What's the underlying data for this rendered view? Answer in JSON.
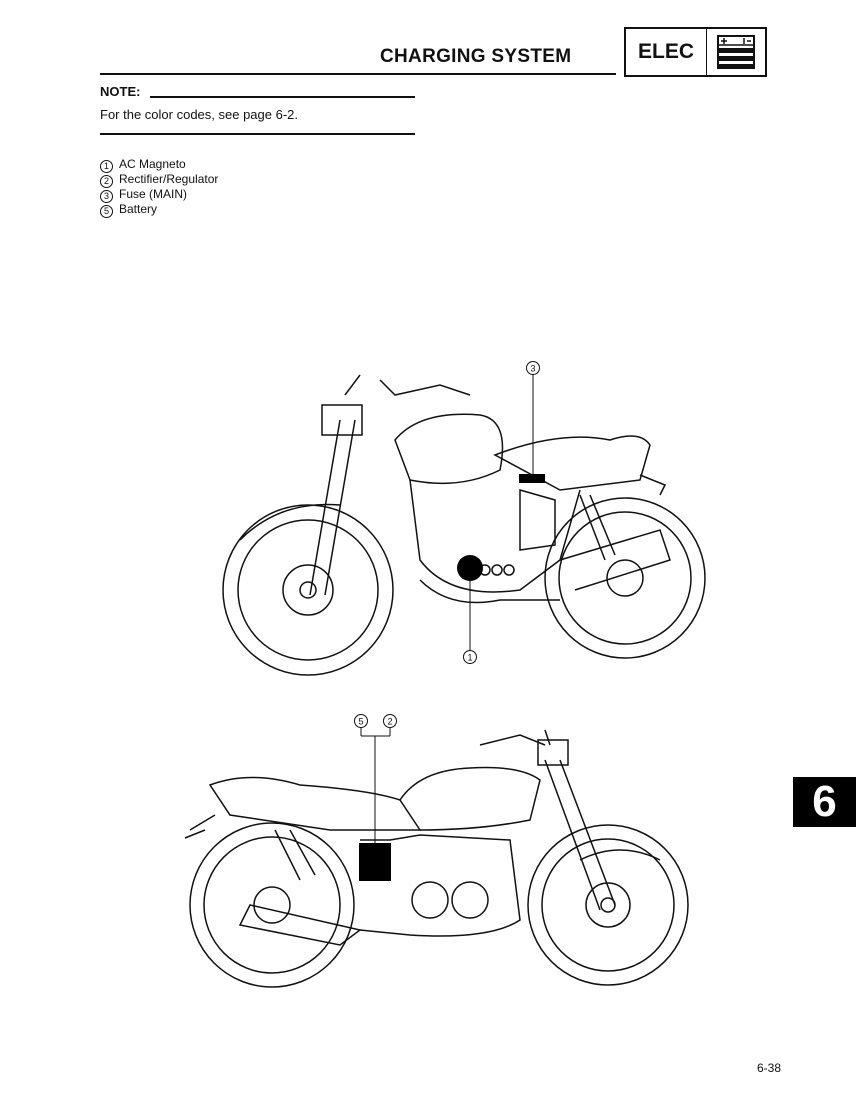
{
  "header": {
    "title": "CHARGING SYSTEM",
    "section": "ELEC",
    "section_icon": "battery-icon"
  },
  "note": {
    "label": "NOTE:",
    "text": "For the color codes, see page 6-2."
  },
  "legend": [
    {
      "num": "1",
      "label": "AC Magneto"
    },
    {
      "num": "2",
      "label": "Rectifier/Regulator"
    },
    {
      "num": "3",
      "label": "Fuse (MAIN)"
    },
    {
      "num": "5",
      "label": "Battery"
    }
  ],
  "callouts": {
    "fuse": "3",
    "magneto": "1",
    "battery": "5",
    "rectifier": "2"
  },
  "chapter_tab": "6",
  "page_number": "6-38"
}
